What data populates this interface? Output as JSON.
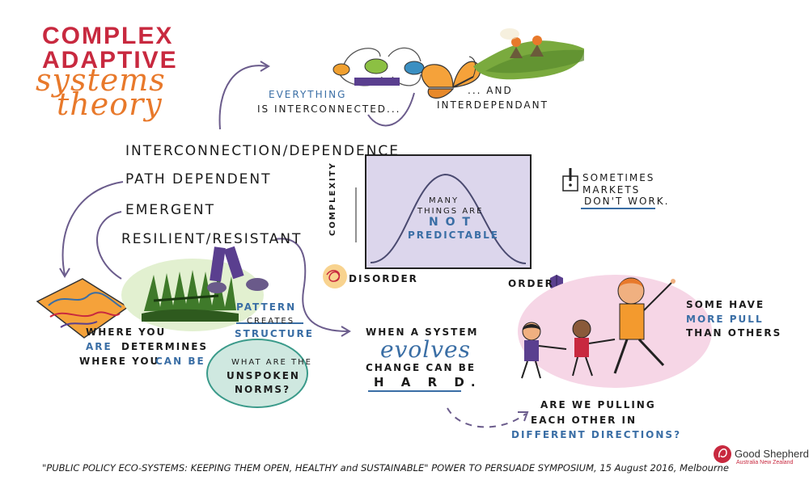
{
  "title": {
    "line1": "COMPLEX",
    "line2": "ADAPTIVE",
    "line3": "systems",
    "line4": "theory"
  },
  "concepts": {
    "c1": "INTERCONNECTION/DEPENDENCE",
    "c2": "PATH DEPENDENT",
    "c3": "EMERGENT",
    "c4": "RESILIENT/RESISTANT"
  },
  "top": {
    "everything": "EVERYTHING",
    "interconnected": "IS INTERCONNECTED...",
    "and": "... AND",
    "interdependant": "INTERDEPENDANT"
  },
  "chart": {
    "ylabel": "COMPLEXITY",
    "inside1": "MANY",
    "inside2": "THINGS are",
    "inside3": "N O T",
    "inside4": "PREDICTABLE",
    "left_label": "DISORDER",
    "right_label": "ORDER"
  },
  "markets": {
    "line1": "SOMETIMES",
    "line2": "MARKETS",
    "line3": "DON'T WORK."
  },
  "where": {
    "l1a": "WHERE YOU",
    "l2a": "ARE",
    "l2b": "DETERMINES",
    "l3a": "WHERE YOU",
    "l3b": "CAN BE"
  },
  "pattern": {
    "l1": "PATTERN",
    "l2": "CREATES",
    "l3": "STRUCTURE"
  },
  "norms": {
    "l1": "WHAT are the",
    "l2": "UNSPOKEN",
    "l3": "NORMS?"
  },
  "evolve": {
    "l1a": "WHEN a SYSTEM",
    "l2": "evolves",
    "l3": "CHANGE CAN BE",
    "l4": "H A R D."
  },
  "pull": {
    "l1": "SOME HAVE",
    "l2": "MORE PULL",
    "l3": "THAN OTHERS"
  },
  "pulling": {
    "l1": "ARE WE PULLING",
    "l2": "EACH OTHER in",
    "l3": "DIFFERENT DIRECTIONS?"
  },
  "footer": "\"PUBLIC POLICY ECO-SYSTEMS: KEEPING THEM OPEN, HEALTHY and SUSTAINABLE\" POWER TO PERSUADE SYMPOSIUM, 15 August 2016, Melbourne",
  "logo": {
    "name": "Good Shepherd",
    "sub": "Australia New Zealand"
  },
  "colors": {
    "title_red": "#c8293f",
    "title_orange": "#e8792b",
    "accent_blue": "#3a6ea5",
    "purple": "#5a3f8f"
  }
}
